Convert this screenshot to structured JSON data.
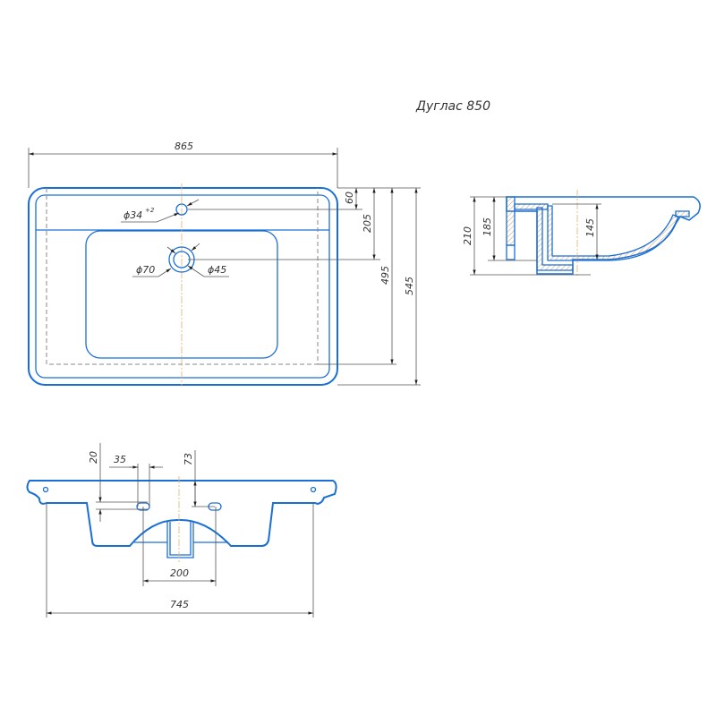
{
  "title": "Дуглас 850",
  "top_view": {
    "width": "865",
    "d_tap": "ϕ34",
    "d_tap_tol": "+2",
    "d_drain_outer": "ϕ70",
    "d_drain_inner": "ϕ45",
    "h60": "60",
    "h205": "205",
    "h495": "495",
    "h545": "545"
  },
  "side_view": {
    "h210": "210",
    "h185": "185",
    "h145": "145"
  },
  "front_view": {
    "w745": "745",
    "w200": "200",
    "w35": "35",
    "h20": "20",
    "h73": "73"
  },
  "colors": {
    "outline": "#1a6fd6",
    "dimension": "#555555",
    "centerline": "#e0b070"
  }
}
